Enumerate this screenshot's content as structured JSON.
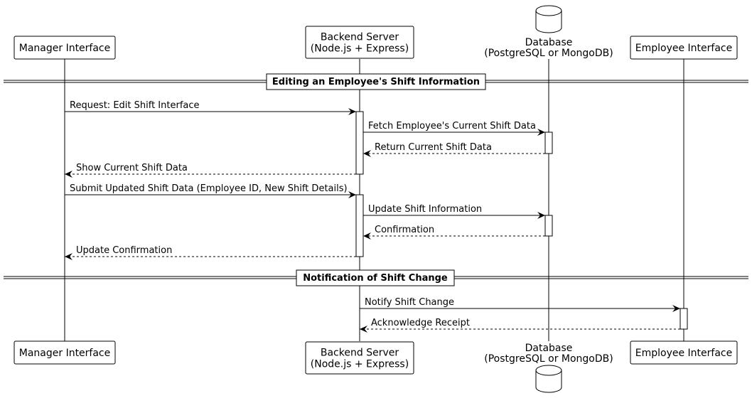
{
  "participants": [
    {
      "id": "manager",
      "lines": [
        "Manager Interface"
      ]
    },
    {
      "id": "backend",
      "lines": [
        "Backend Server",
        "(Node.js + Express)"
      ]
    },
    {
      "id": "database",
      "lines": [
        "Database",
        "(PostgreSQL or MongoDB)"
      ],
      "shape": "database"
    },
    {
      "id": "employee",
      "lines": [
        "Employee Interface"
      ]
    }
  ],
  "sections": [
    {
      "title": "Editing an Employee's Shift Information"
    },
    {
      "title": "Notification of Shift Change"
    }
  ],
  "messages": [
    {
      "from": "manager",
      "to": "backend",
      "text": "Request: Edit Shift Interface",
      "style": "solid"
    },
    {
      "from": "backend",
      "to": "database",
      "text": "Fetch Employee's Current Shift Data",
      "style": "solid"
    },
    {
      "from": "database",
      "to": "backend",
      "text": "Return Current Shift Data",
      "style": "dashed"
    },
    {
      "from": "backend",
      "to": "manager",
      "text": "Show Current Shift Data",
      "style": "dashed"
    },
    {
      "from": "manager",
      "to": "backend",
      "text": "Submit Updated Shift Data (Employee ID, New Shift Details)",
      "style": "solid"
    },
    {
      "from": "backend",
      "to": "database",
      "text": "Update Shift Information",
      "style": "solid"
    },
    {
      "from": "database",
      "to": "backend",
      "text": "Confirmation",
      "style": "dashed"
    },
    {
      "from": "backend",
      "to": "manager",
      "text": "Update Confirmation",
      "style": "dashed"
    },
    {
      "from": "backend",
      "to": "employee",
      "text": "Notify Shift Change",
      "style": "solid"
    },
    {
      "from": "employee",
      "to": "backend",
      "text": "Acknowledge Receipt",
      "style": "dashed"
    }
  ]
}
